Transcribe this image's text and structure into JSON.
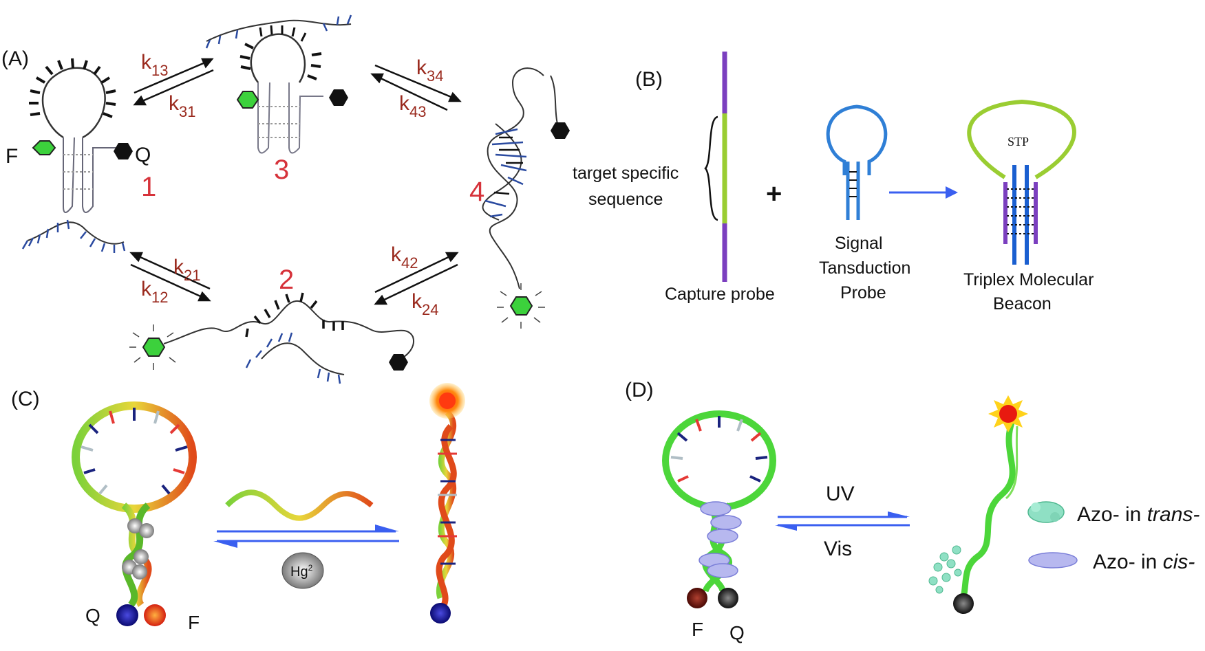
{
  "panel_a": {
    "label": "(A)",
    "fluor": "F",
    "quench": "Q",
    "states": [
      "1",
      "2",
      "3",
      "4"
    ],
    "rates": {
      "k13": {
        "base": "k",
        "sub": "13"
      },
      "k31": {
        "base": "k",
        "sub": "31"
      },
      "k34": {
        "base": "k",
        "sub": "34"
      },
      "k43": {
        "base": "k",
        "sub": "43"
      },
      "k21": {
        "base": "k",
        "sub": "21"
      },
      "k12": {
        "base": "k",
        "sub": "12"
      },
      "k42": {
        "base": "k",
        "sub": "42"
      },
      "k24": {
        "base": "k",
        "sub": "24"
      }
    }
  },
  "panel_b": {
    "label": "(B)",
    "target_line1": "target specific",
    "target_line2": "sequence",
    "capture": "Capture probe",
    "plus": "+",
    "stp_line1": "Signal",
    "stp_line2": "Tansduction",
    "stp_line3": "Probe",
    "stp_tag": "STP",
    "tmb_line1": "Triplex Molecular",
    "tmb_line2": "Beacon"
  },
  "panel_c": {
    "label": "(C)",
    "quench": "Q",
    "fluor": "F",
    "ion_base": "Hg",
    "ion_sup": "2"
  },
  "panel_d": {
    "label": "(D)",
    "uv": "UV",
    "vis": "Vis",
    "fluor": "F",
    "quench": "Q",
    "trans_prefix": "Azo- in ",
    "trans_word": "trans-",
    "cis_prefix": "Azo- in ",
    "cis_word": "cis-"
  },
  "colors": {
    "purple": "#7b3fbf",
    "lime": "#9acd32",
    "blue": "#2f7fd6",
    "arrow_blue": "#3a5ff0",
    "green": "#3cd13c",
    "rate_red": "#9a2a1e",
    "state_red": "#d6323a"
  }
}
